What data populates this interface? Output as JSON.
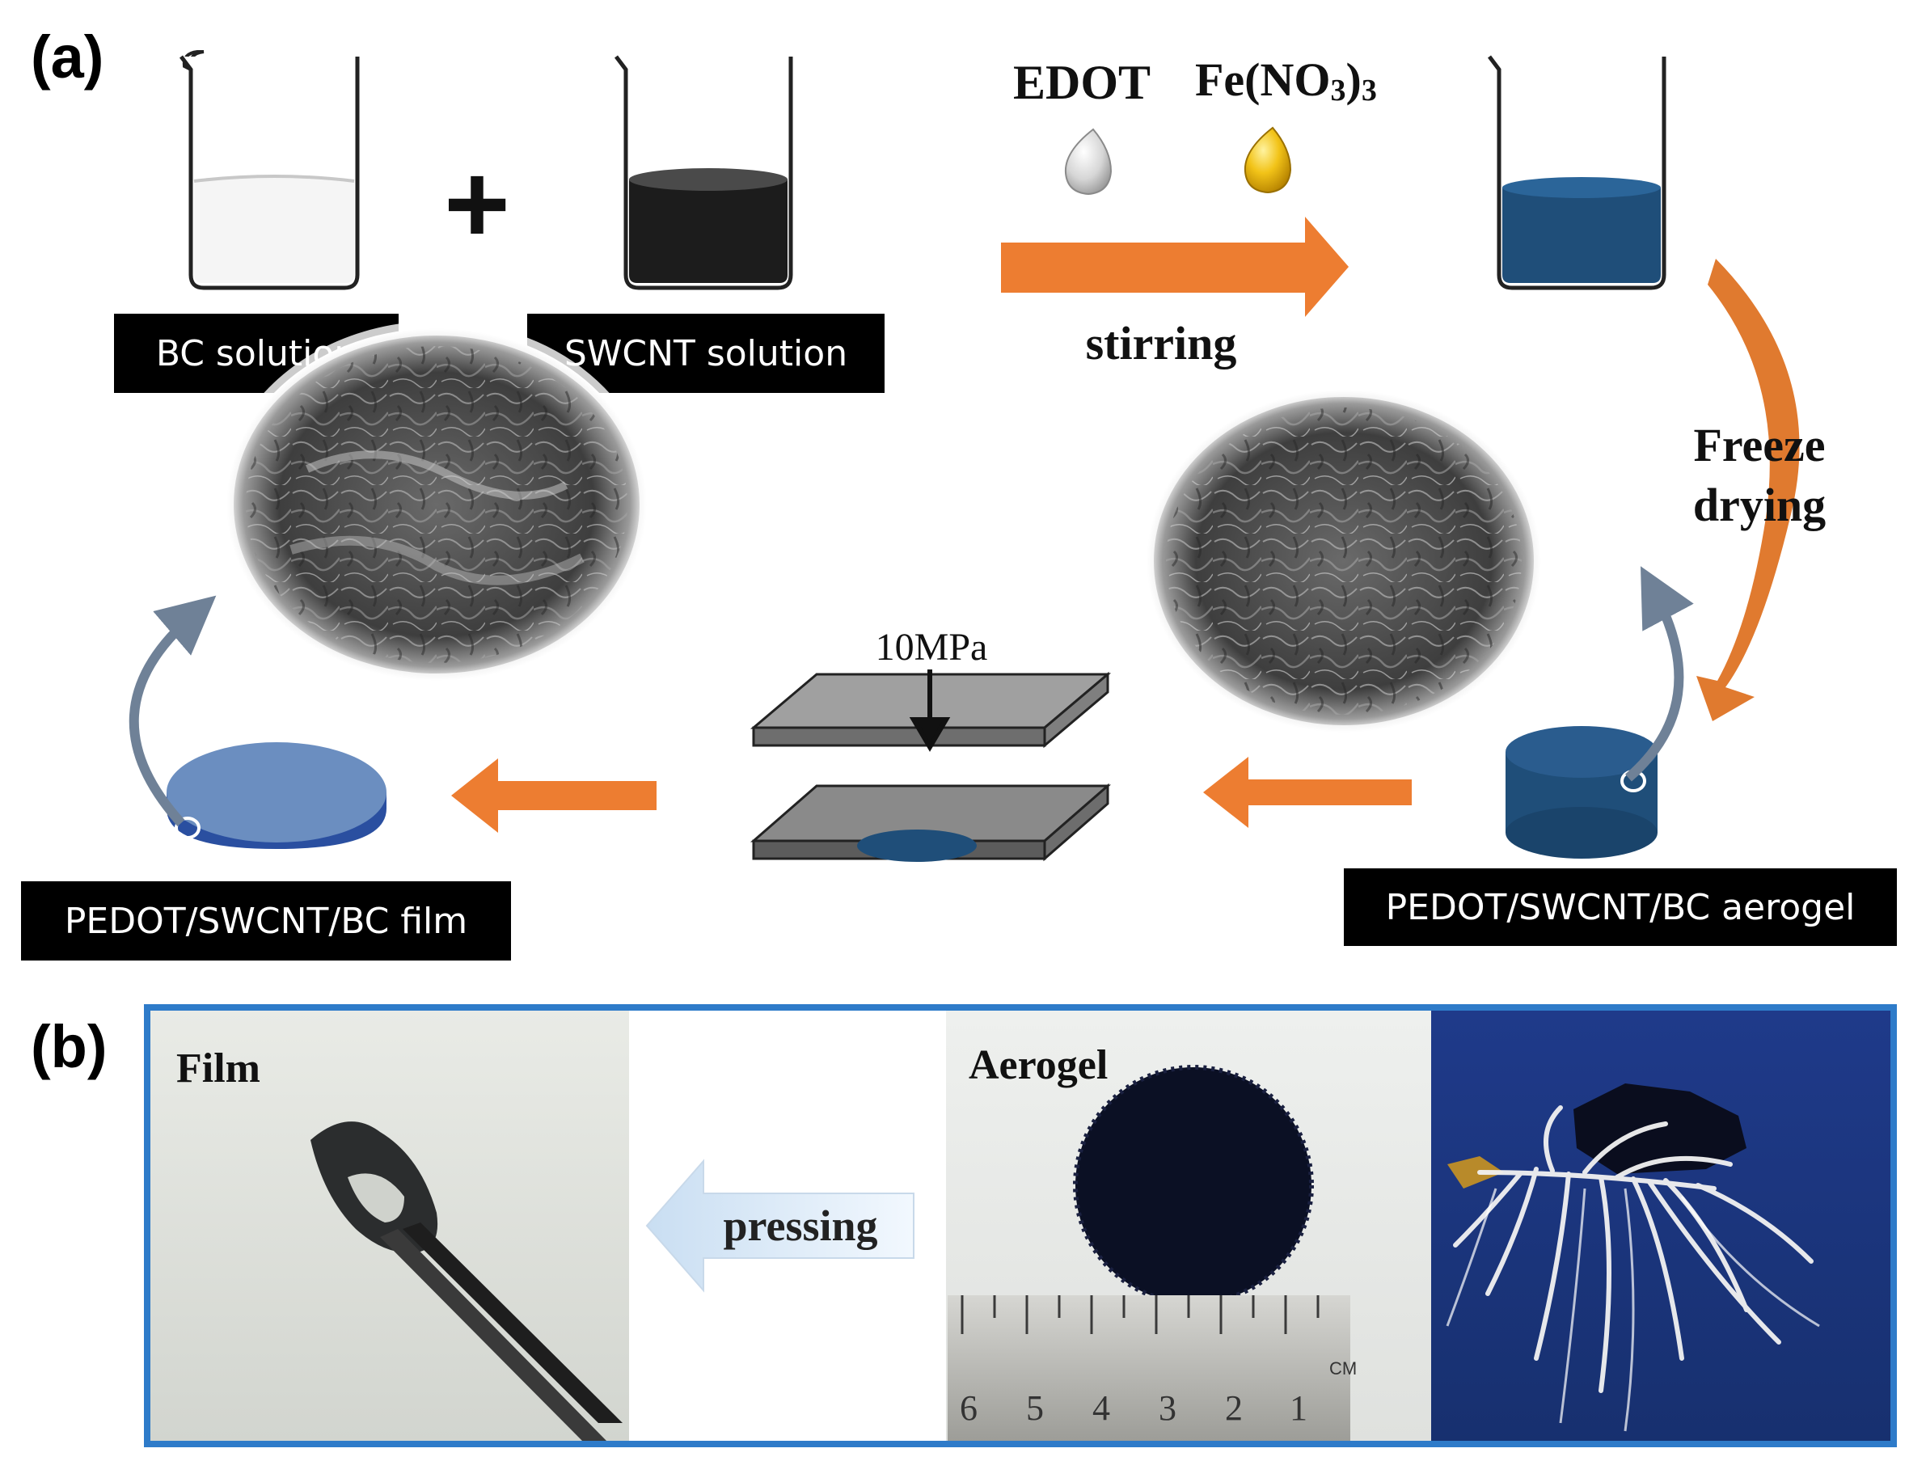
{
  "panel_a": {
    "label": "(a)",
    "bc_label": "BC  solution",
    "swcnt_label": "SWCNT solution",
    "plus": "+",
    "reagent_1": "EDOT",
    "reagent_2_main": "Fe(NO",
    "reagent_2_sub": "3",
    "reagent_2_close": ")",
    "reagent_2_sub2": "3",
    "stir_label": "stirring",
    "freeze_line1": "Freeze",
    "freeze_line2": "drying",
    "pressure": "10MPa",
    "aerogel_label": "PEDOT/SWCNT/BC aerogel",
    "film_label": "PEDOT/SWCNT/BC film"
  },
  "panel_b": {
    "label": "(b)",
    "film_title": "Film",
    "aerogel_title": "Aerogel",
    "press_label": "pressing",
    "ruler_unit": "CM",
    "ruler_numbers": [
      "6",
      "5",
      "4",
      "3",
      "2",
      "1"
    ]
  },
  "colors": {
    "arrow_orange": "#ED7D31",
    "curve_orange": "#E07A2F",
    "solution_blue": "#1F4E79",
    "disc_blue": "#6B8EC0",
    "frame_blue": "#2E7BC9",
    "gray_arrow": "#6F8197",
    "label_black": "#000000"
  }
}
